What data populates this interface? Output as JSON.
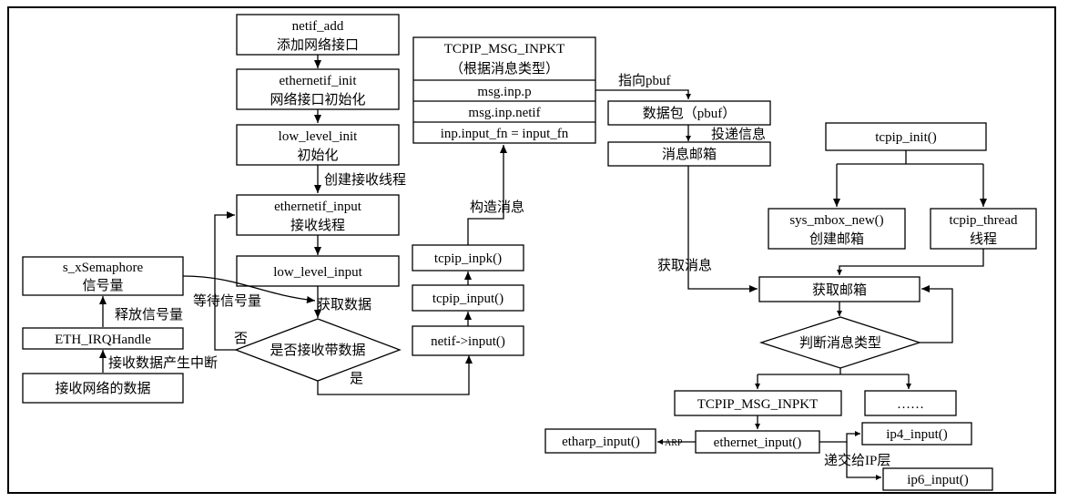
{
  "left_chain": {
    "netif_add": [
      "netif_add",
      "添加网络接口"
    ],
    "ethernetif_init": [
      "ethernetif_init",
      "网络接口初始化"
    ],
    "low_level_init": [
      "low_level_init",
      "初始化"
    ],
    "create_thread_label": "创建接收线程",
    "ethernetif_input": [
      "ethernetif_input",
      "接收线程"
    ],
    "low_level_input": "low_level_input",
    "get_data_label": "获取数据",
    "decision": "是否接收带数据",
    "no_label": "否",
    "yes_label": "是"
  },
  "irq_chain": {
    "semaphore": [
      "s_xSemaphore",
      "信号量"
    ],
    "wait_semaphore_label": "等待信号量",
    "release_semaphore_label": "释放信号量",
    "irq_handle": "ETH_IRQHandle",
    "interrupt_label": "接收数据产生中断",
    "receive_data": "接收网络的数据"
  },
  "middle_chain": {
    "netif_input": "netif->input()",
    "tcpip_input": "tcpip_input()",
    "tcpip_inpk": "tcpip_inpk()",
    "build_msg_label": "构造消息"
  },
  "message_struct": {
    "title": "TCPIP_MSG_INPKT",
    "subtitle": "（根据消息类型）",
    "rows": [
      "msg.inp.p",
      "msg.inp.netif",
      "inp.input_fn = input_fn"
    ],
    "point_to_label": "指向pbuf"
  },
  "mailbox": {
    "pbuf": "数据包（pbuf）",
    "deliver_label": "投递信息",
    "mailbox": "消息邮箱",
    "get_msg_label": "获取消息"
  },
  "tcpip_thread": {
    "init": "tcpip_init()",
    "mbox_new": [
      "sys_mbox_new()",
      "创建邮箱"
    ],
    "thread": [
      "tcpip_thread",
      "线程"
    ],
    "fetch_mailbox": "获取邮箱",
    "decision": "判断消息类型",
    "msg_inpkt": "TCPIP_MSG_INPKT",
    "more": "……",
    "ethernet_input": "ethernet_input()",
    "etharp_input": "etharp_input()",
    "arp_label": "ARP",
    "ip4_input": "ip4_input()",
    "ip6_input": "ip6_input()",
    "ip_label": "递交给IP层"
  }
}
